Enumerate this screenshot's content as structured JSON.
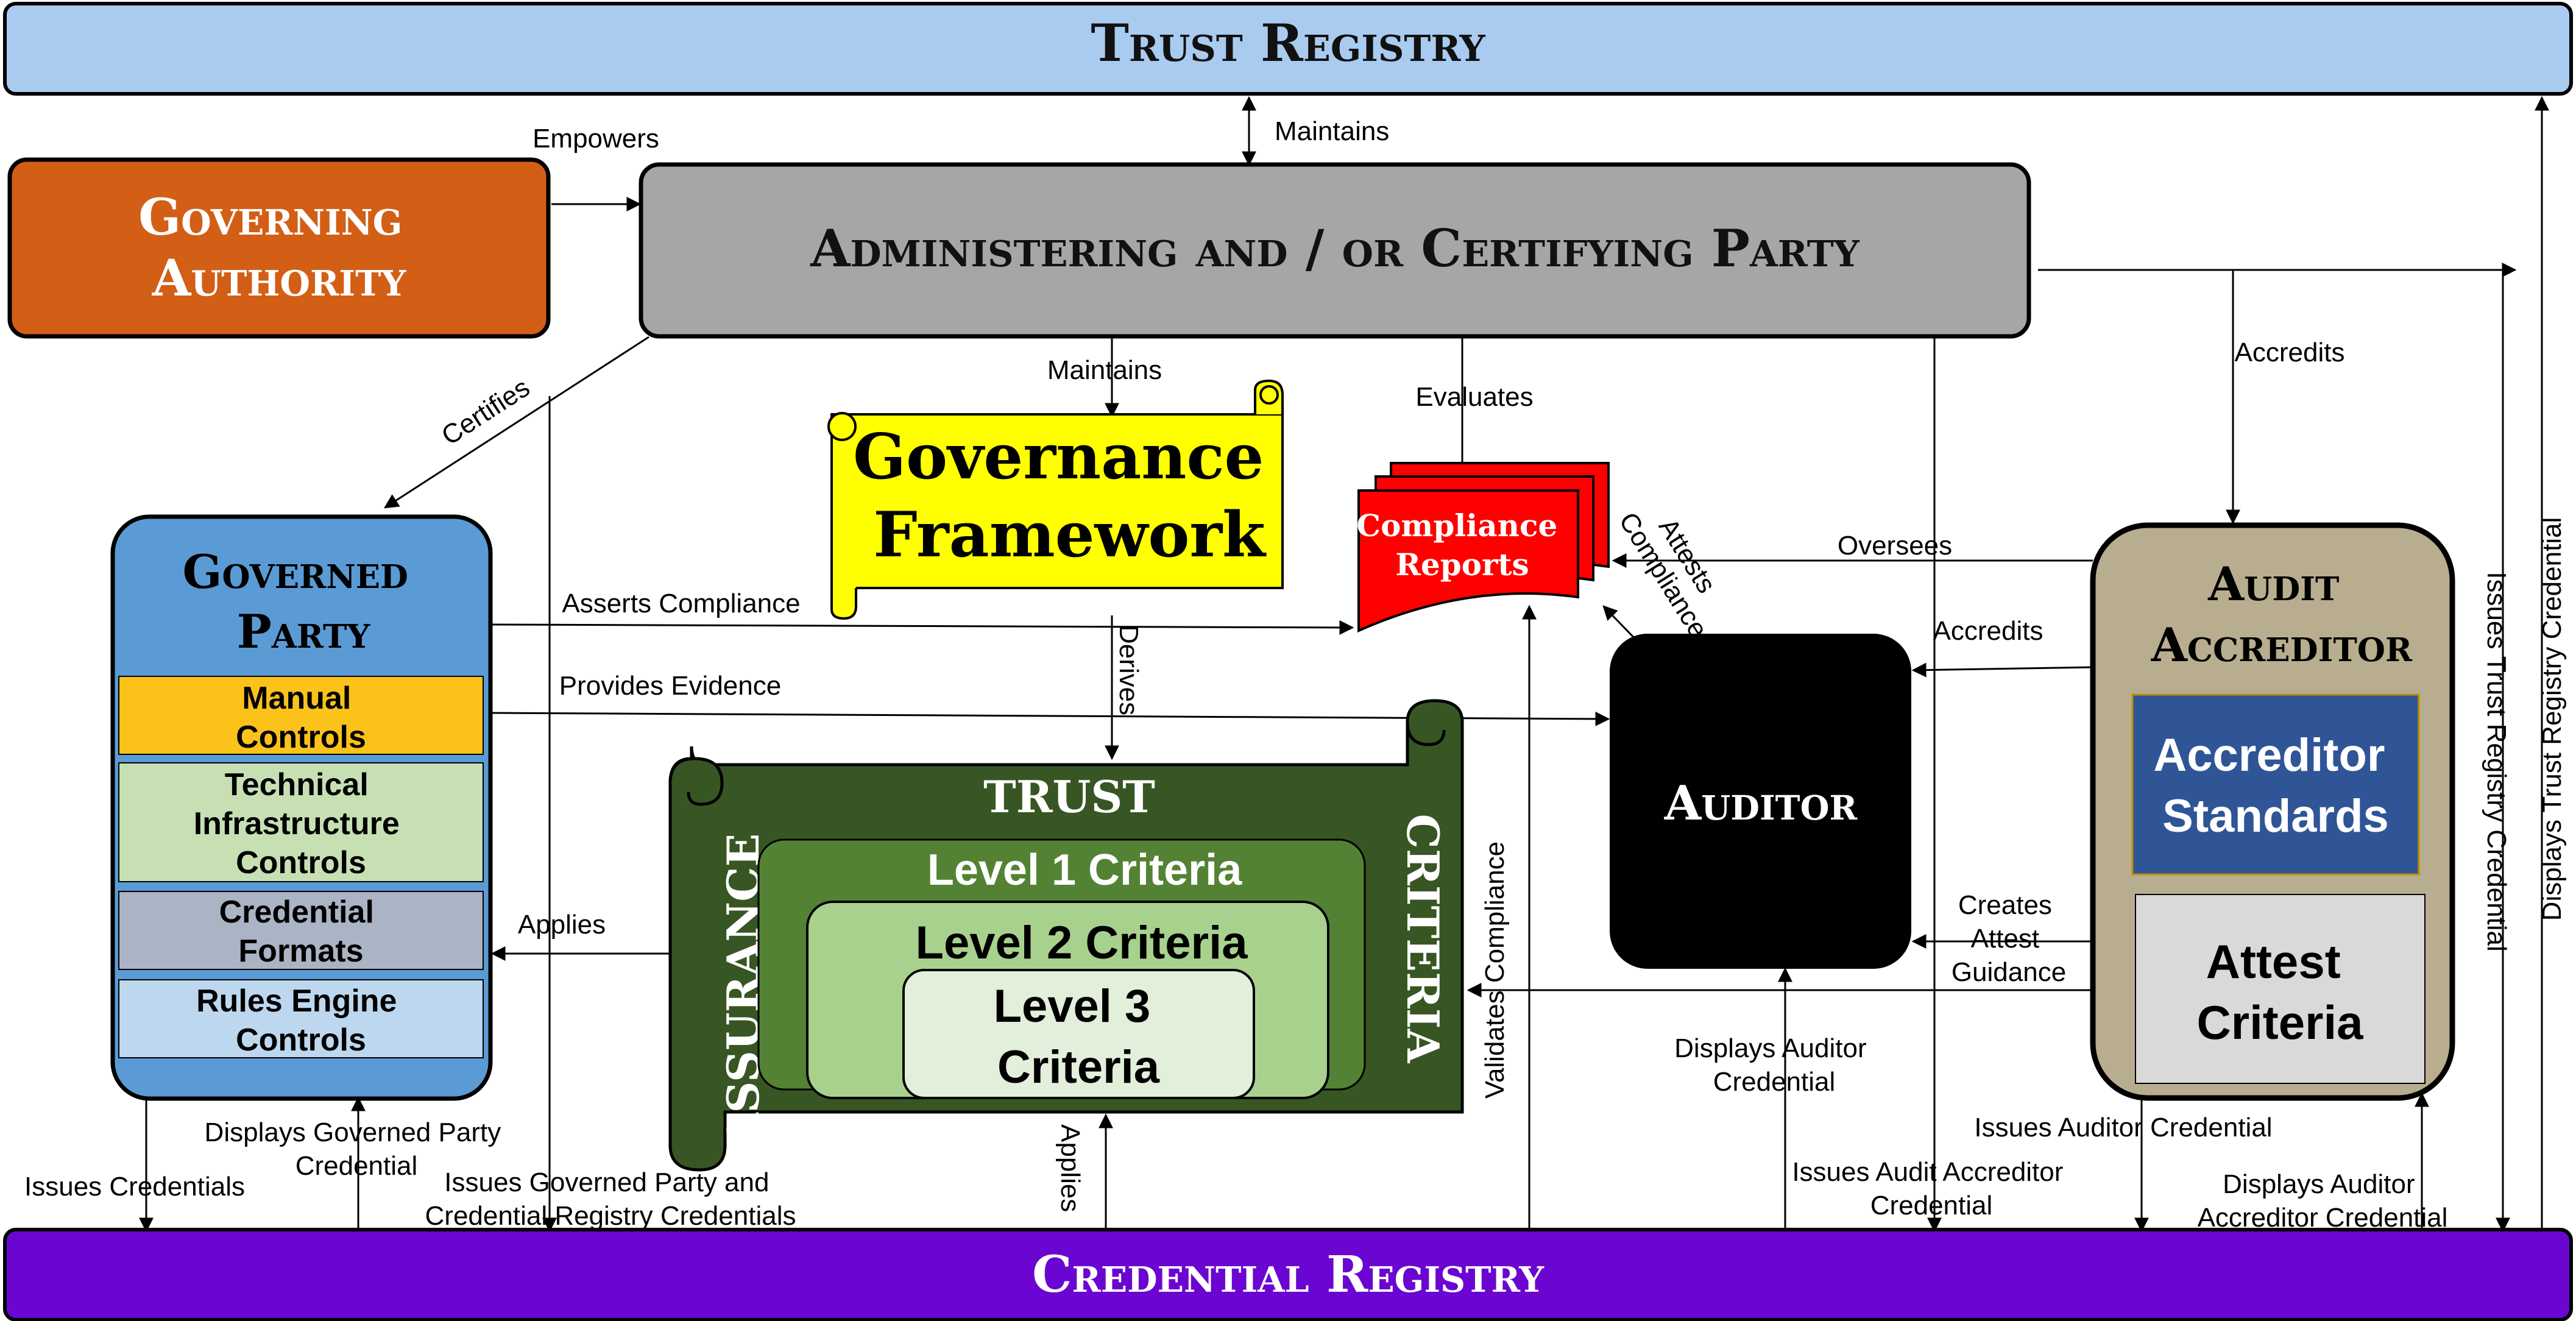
{
  "bars": {
    "trust_registry": "Trust Registry",
    "credential_registry": "Credential Registry"
  },
  "nodes": {
    "governing_authority": [
      "Governing",
      "Authority"
    ],
    "administering_party": "Administering and / or Certifying Party",
    "governance_framework": [
      "Governance",
      "Framework"
    ],
    "compliance_reports": [
      "Compliance",
      "Reports"
    ],
    "governed_party": {
      "title": [
        "Governed",
        "Party"
      ],
      "manual_controls": [
        "Manual",
        "Controls"
      ],
      "technical_controls": [
        "Technical",
        "Infrastructure",
        "Controls"
      ],
      "credential_formats": [
        "Credential",
        "Formats"
      ],
      "rules_engine_controls": [
        "Rules Engine",
        "Controls"
      ]
    },
    "trust_assurance_criteria": {
      "top": "TRUST",
      "left": "ASSURANCE",
      "right": "CRITERIA",
      "level1": "Level 1 Criteria",
      "level2": "Level 2 Criteria",
      "level3": [
        "Level 3",
        "Criteria"
      ]
    },
    "auditor": "Auditor",
    "audit_accreditor": {
      "title": [
        "Audit",
        "Accreditor"
      ],
      "accreditor_standards": [
        "Accreditor",
        "Standards"
      ],
      "attest_criteria": [
        "Attest",
        "Criteria"
      ]
    }
  },
  "edges": {
    "empowers": "Empowers",
    "maintains_registry": "Maintains",
    "certifies": "Certifies",
    "maintains_framework": "Maintains",
    "evaluates": "Evaluates",
    "accredits_accreditor": "Accredits",
    "asserts_compliance": "Asserts Compliance",
    "provides_evidence": "Provides Evidence",
    "derives": "Derives",
    "oversees": "Oversees",
    "attests_compliance": [
      "Attests",
      "Compliance"
    ],
    "accredits_auditor": "Accredits",
    "applies_controls": "Applies",
    "validates_compliance": "Validates Compliance",
    "creates_attest_guidance": [
      "Creates",
      "Attest",
      "Guidance"
    ],
    "displays_auditor_credential": [
      "Displays Auditor",
      "Credential"
    ],
    "issues_credentials": "Issues Credentials",
    "displays_governed_party_credential": [
      "Displays Governed Party",
      "Credential"
    ],
    "issues_governed_party_credentials": [
      "Issues Governed Party and",
      "Credential Registry Credentials"
    ],
    "applies_criteria": "Applies",
    "issues_audit_accreditor_credential": [
      "Issues Audit Accreditor",
      "Credential"
    ],
    "issues_auditor_credential": "Issues Auditor Credential",
    "displays_audit_accreditor_credential": [
      "Displays Auditor",
      "Accreditor Credential"
    ],
    "issues_trust_registry_credential": "Issues Trust Registry Credential",
    "displays_trust_registry_credential": "Displays Trust Registry Credential"
  },
  "colors": {
    "trust_registry": "#a9cbef",
    "credential_registry": "#6b06d2",
    "governing_authority": "#d35e15",
    "administering_party": "#a6a6a6",
    "governance_framework": "#ffff00",
    "compliance_reports": "#ff0000",
    "governed_party": "#5b9bd5",
    "manual_controls": "#fbc21a",
    "technical_controls": "#c6e0b4",
    "credential_formats": "#aab4c4",
    "rules_engine_controls": "#bdd7ee",
    "trust_assurance_scroll": "#375623",
    "level1": "#548235",
    "level2": "#a9d18e",
    "level3": "#e2efda",
    "auditor": "#000000",
    "audit_accreditor": "#b8ad8e",
    "accreditor_standards": "#2f5597",
    "attest_criteria": "#d9d9d9"
  }
}
